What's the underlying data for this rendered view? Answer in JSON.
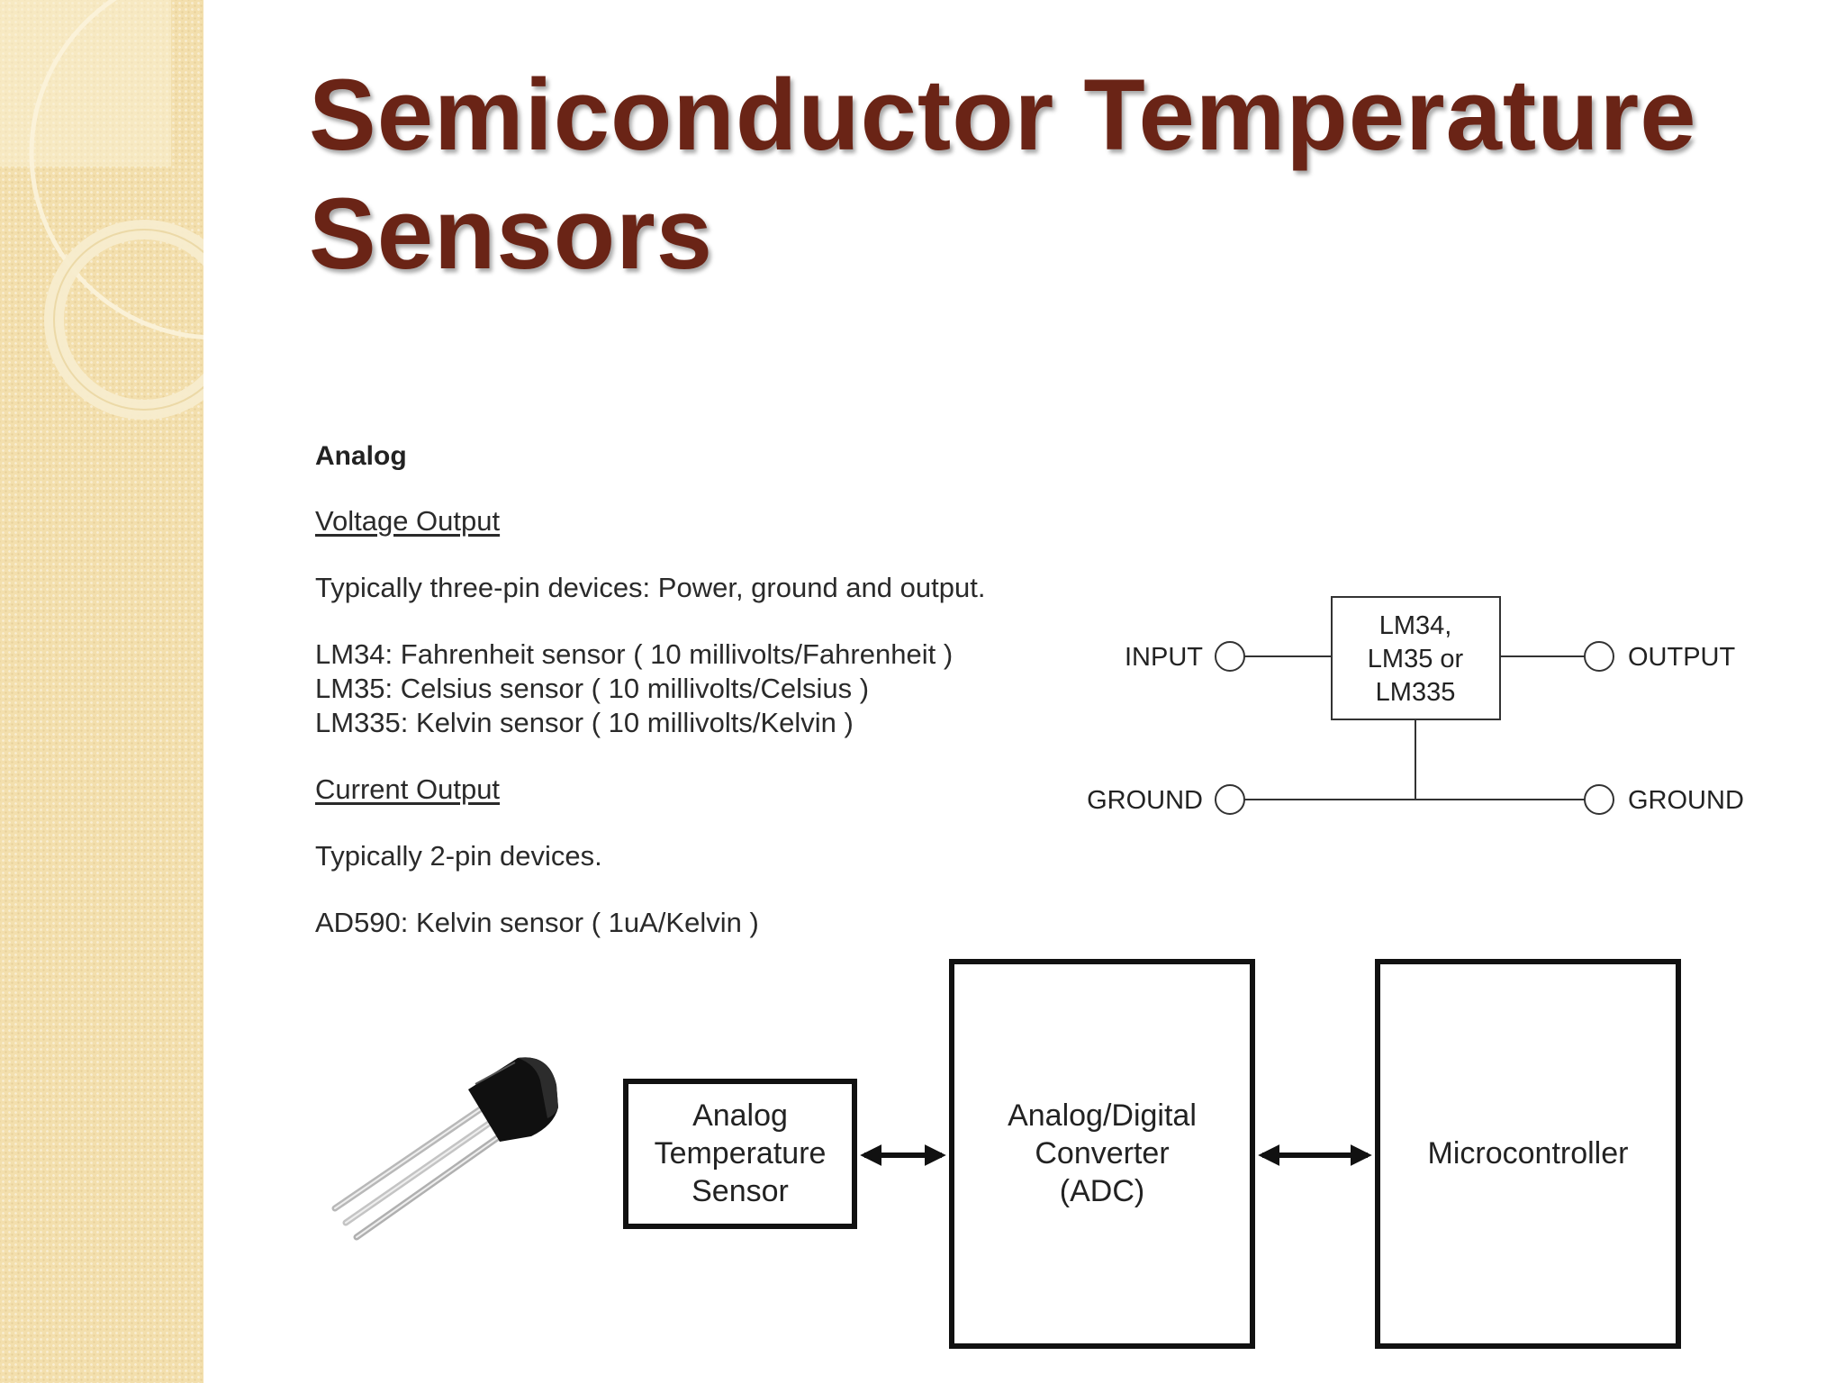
{
  "slide": {
    "title": "Semiconductor Temperature Sensors"
  },
  "content": {
    "heading": "Analog",
    "voltage_output": {
      "label": "Voltage Output",
      "description": "Typically three-pin devices: Power, ground and output.",
      "sensors": [
        "LM34: Fahrenheit sensor ( 10 millivolts/Fahrenheit )",
        "LM35: Celsius sensor ( 10 millivolts/Celsius )",
        "LM335: Kelvin sensor ( 10 millivolts/Kelvin )"
      ]
    },
    "current_output": {
      "label": "Current Output",
      "description": "Typically 2-pin devices.",
      "sensors": [
        "AD590: Kelvin sensor ( 1uA/Kelvin )"
      ]
    }
  },
  "circuit": {
    "chip_lines": [
      "LM34,",
      "LM35 or",
      "LM335"
    ],
    "input_label": "INPUT",
    "output_label": "OUTPUT",
    "ground_left_label": "GROUND",
    "ground_right_label": "GROUND"
  },
  "block_diagram": {
    "sensor_lines": [
      "Analog",
      "Temperature",
      "Sensor"
    ],
    "adc_lines": [
      "Analog/Digital",
      "Converter",
      "(ADC)"
    ],
    "mcu_label": "Microcontroller"
  },
  "colors": {
    "title": "#6a2416",
    "sidebar": "#f3dfad",
    "text": "#2a2a2a"
  }
}
